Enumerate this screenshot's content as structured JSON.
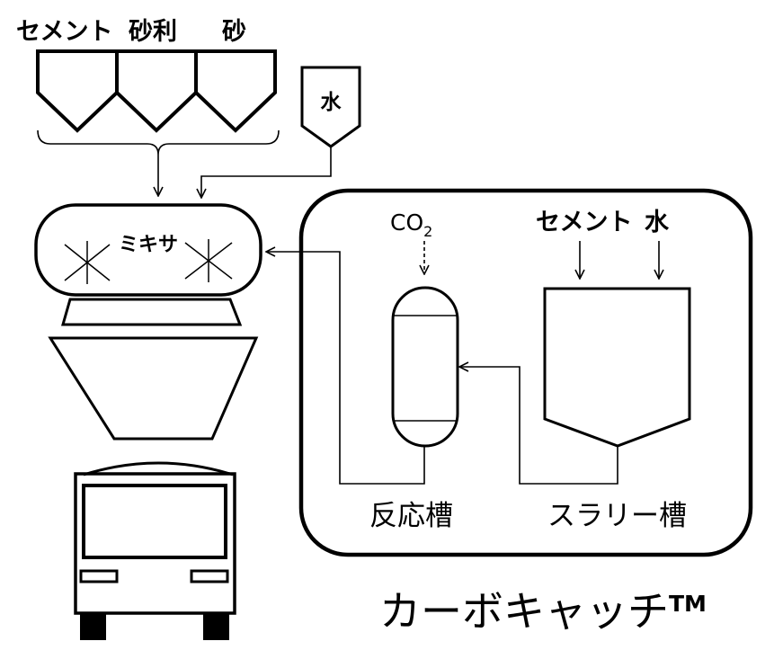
{
  "hoppers": {
    "cement_label": "セメント",
    "gravel_label": "砂利",
    "sand_label": "砂",
    "water_label": "水"
  },
  "mixer": {
    "label": "ミキサ"
  },
  "system": {
    "co2_label": "CO",
    "co2_subscript": "2",
    "cement_label": "セメント",
    "water_label": "水",
    "reactor_label": "反応槽",
    "slurry_tank_label": "スラリー槽"
  },
  "brand": {
    "name": "カーボキャッチ",
    "trademark": "TM"
  }
}
